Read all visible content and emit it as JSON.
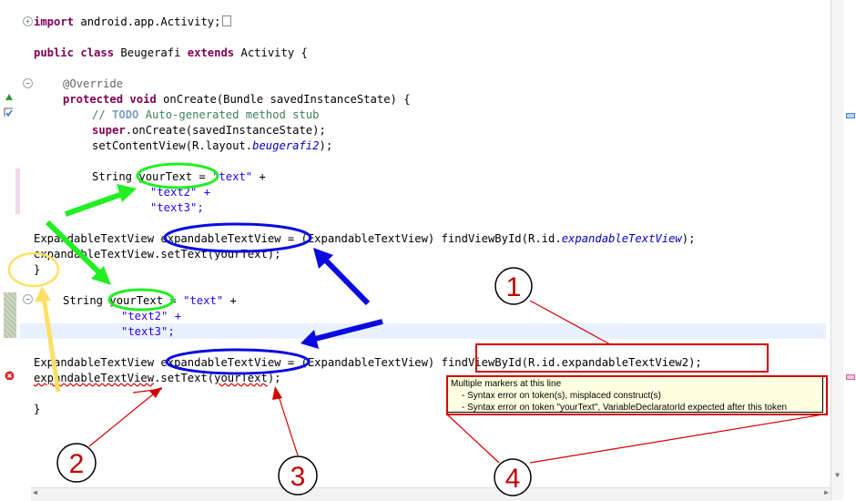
{
  "code": {
    "line_import": [
      "import",
      " android.app.Activity;"
    ],
    "line_class": [
      "public",
      " ",
      "class",
      " Beugerafi ",
      "extends",
      " Activity {"
    ],
    "annotation": "@Override",
    "method_decl": [
      "protected",
      " ",
      "void",
      " onCreate(Bundle savedInstanceState) {"
    ],
    "todo_comment": [
      "// ",
      "TODO",
      " Auto-generated method stub"
    ],
    "super_call": [
      "super",
      ".onCreate(savedInstanceState);"
    ],
    "set_content": [
      "setContentView(R.layout.",
      "beugerafi2",
      ");"
    ],
    "string_decl_1": [
      "String ",
      "yourText",
      " = ",
      "\"text\"",
      " +"
    ],
    "string_cont_1a": "\"text2\" +",
    "string_cont_1b": "\"text3\";",
    "expandable_1": [
      "ExpandableTextView ",
      "expandableTextView",
      " = (ExpandableTextView) findViewById(R.id.",
      "expandableTextView",
      ");"
    ],
    "settext_1": "expandableTextView.setText(yourText);",
    "close_brace_1": "}",
    "string_decl_2": [
      "String ",
      "yourText",
      " = ",
      "\"text\"",
      " +"
    ],
    "string_cont_2a": "\"text2\" +",
    "string_cont_2b": "\"text3\";",
    "expandable_2": [
      "ExpandableTextView ",
      "expandableTextView",
      " = (ExpandableTextView) ",
      "findViewById(R.id.expandableTextView2);"
    ],
    "settext_2": [
      "expandableTextView",
      ".setText(",
      "yourText",
      ");"
    ],
    "close_brace_2": "}"
  },
  "tooltip": {
    "title": "Multiple markers at this line",
    "line1": "- Syntax error on token(s), misplaced construct(s)",
    "line2": "- Syntax error on token \"yourText\", VariableDeclaratorId expected after this token"
  },
  "callouts": {
    "one": "1",
    "two": "2",
    "three": "3",
    "four": "4"
  },
  "colors": {
    "keyword": "#7f0055",
    "string": "#2a00ff",
    "comment": "#3f7f5f",
    "field": "#0000c0",
    "green_marker": "#22ee22",
    "blue_marker": "#0a0ae0",
    "yellow_marker": "#ffe066",
    "red_callout": "#d40000"
  }
}
